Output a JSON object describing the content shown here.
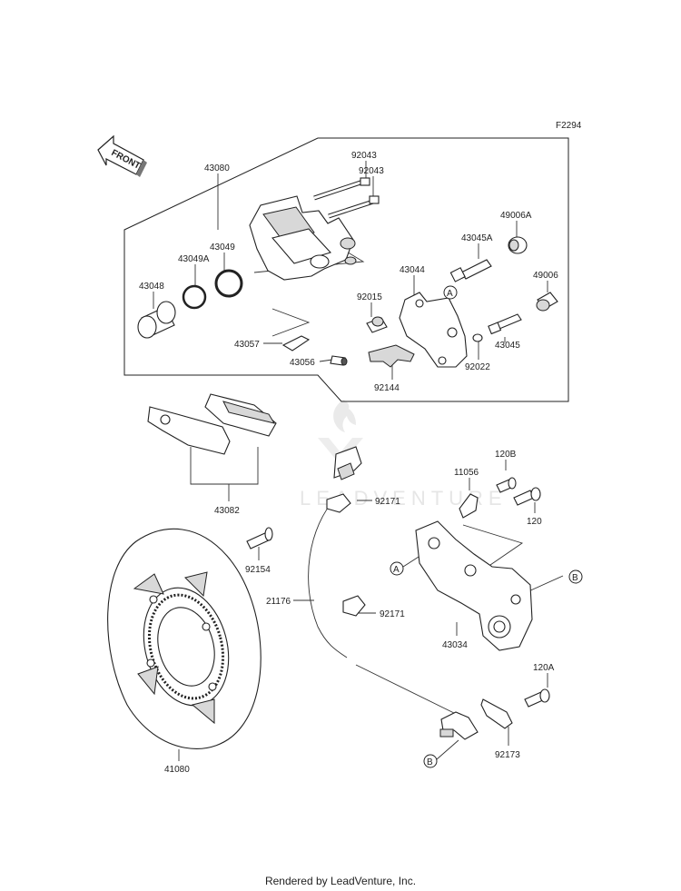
{
  "figure_code": "F2294",
  "front_label": "FRONT",
  "watermark": "LEADVENTURE",
  "footer": "Rendered by LeadVenture, Inc.",
  "callouts": {
    "A": "A",
    "B": "B"
  },
  "parts": {
    "p43080": "43080",
    "p92043a": "92043",
    "p92043b": "92043",
    "p49006A": "49006A",
    "p43045A": "43045A",
    "p43044": "43044",
    "p49006": "49006",
    "p43049": "43049",
    "p43049A": "43049A",
    "p43048": "43048",
    "p92015": "92015",
    "p43045": "43045",
    "p43057": "43057",
    "p43056": "43056",
    "p92144": "92144",
    "p92022": "92022",
    "p43082": "43082",
    "p120B": "120B",
    "p11056": "11056",
    "p92171a": "92171",
    "p120": "120",
    "p92154": "92154",
    "p21176": "21176",
    "p92171b": "92171",
    "p43034": "43034",
    "p120A": "120A",
    "p92173": "92173",
    "p41080": "41080"
  }
}
